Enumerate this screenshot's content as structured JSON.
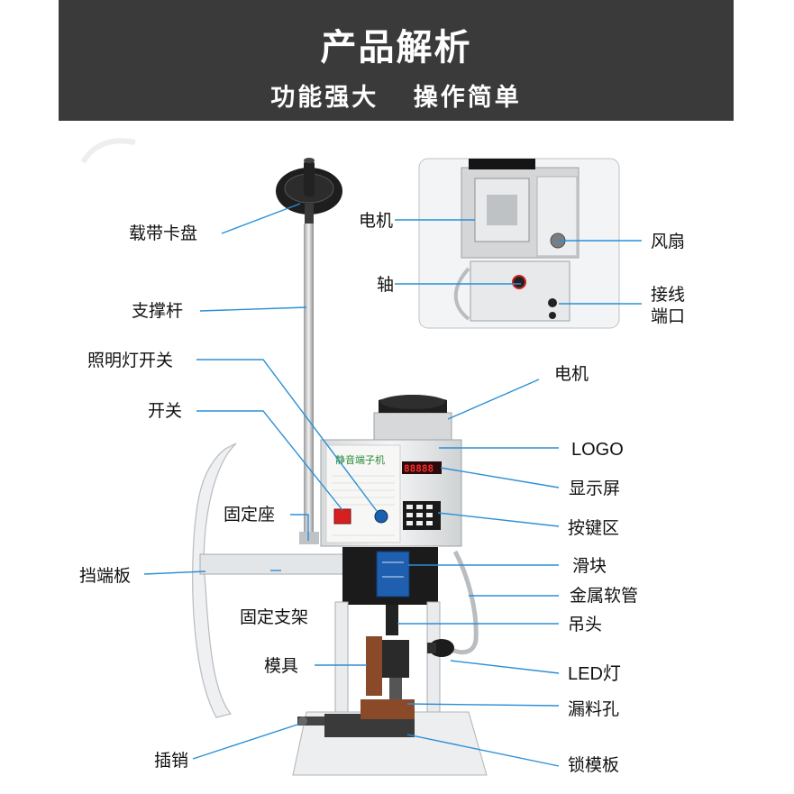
{
  "banner": {
    "title": "产品解析",
    "subtitle": "功能强大 操作简单"
  },
  "machine_text": {
    "panel_name": "静音端子机",
    "display_reading": "88888"
  },
  "callouts_left": {
    "reel": "载带卡盘",
    "support_rod": "支撑杆",
    "light_switch": "照明灯开关",
    "power_switch": "开关",
    "fixed_seat": "固定座",
    "end_stop_plate": "挡端板",
    "fixed_bracket": "固定支架",
    "mold": "模具",
    "pin": "插销"
  },
  "callouts_inset": {
    "motor": "电机",
    "shaft": "轴",
    "fan": "风扇",
    "wiring_port": "接线端口"
  },
  "callouts_right": {
    "motor": "电机",
    "logo": "LOGO",
    "display": "显示屏",
    "keypad": "按键区",
    "slider": "滑块",
    "metal_hose": "金属软管",
    "hanger": "吊头",
    "led_light": "LED灯",
    "leak_hole": "漏料孔",
    "lock_plate": "锁模板"
  },
  "colors": {
    "banner_bg": "#3a3a3a",
    "leader_line": "#2b8fd6",
    "machine_body": "#e9ebec",
    "display_red": "#e02020",
    "slider_blue": "#1f5fb0"
  }
}
